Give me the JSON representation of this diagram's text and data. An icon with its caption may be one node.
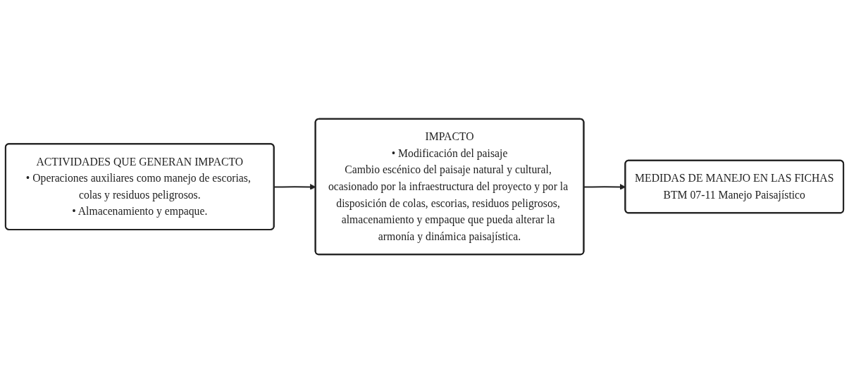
{
  "diagram": {
    "nodes": [
      {
        "text": [
          "ACTIVIDADES QUE GENERAN IMPACTO",
          "• Operaciones auxiliares como manejo de escorias, colas y residuos peligrosos.",
          "• Almacenamiento y empaque."
        ]
      },
      {
        "text": [
          "IMPACTO",
          "• Modificación del paisaje",
          "Cambio escénico del paisaje natural y cultural, ocasionado por la infraestructura del proyecto y por la disposición de colas, escorias, residuos peligrosos, almacenamiento y empaque que pueda alterar la armonía y dinámica paisajística."
        ]
      },
      {
        "text": [
          "MEDIDAS DE MANEJO EN LAS FICHAS",
          "BTM 07-11 Manejo Paisajístico"
        ]
      }
    ],
    "edges": [
      {
        "from": 0,
        "to": 1,
        "arrow": "to"
      },
      {
        "from": 1,
        "to": 2,
        "arrow": "to"
      }
    ]
  }
}
